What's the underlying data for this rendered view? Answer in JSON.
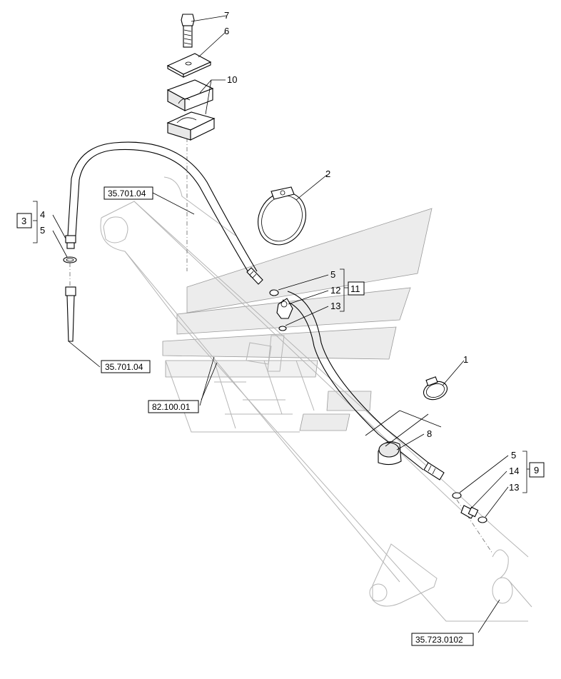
{
  "callouts": {
    "c1": "1",
    "c2": "2",
    "c3": "3",
    "c4": "4",
    "c5_left": "5",
    "c5_mid": "5",
    "c5_right": "5",
    "c6": "6",
    "c7": "7",
    "c8": "8",
    "c9": "9",
    "c10": "10",
    "c11": "11",
    "c12": "12",
    "c13_mid": "13",
    "c13_right": "13",
    "c14": "14"
  },
  "references": {
    "ref_top": "35.701.04",
    "ref_left": "35.701.04",
    "ref_mid": "82.100.01",
    "ref_bottom": "35.723.0102"
  }
}
